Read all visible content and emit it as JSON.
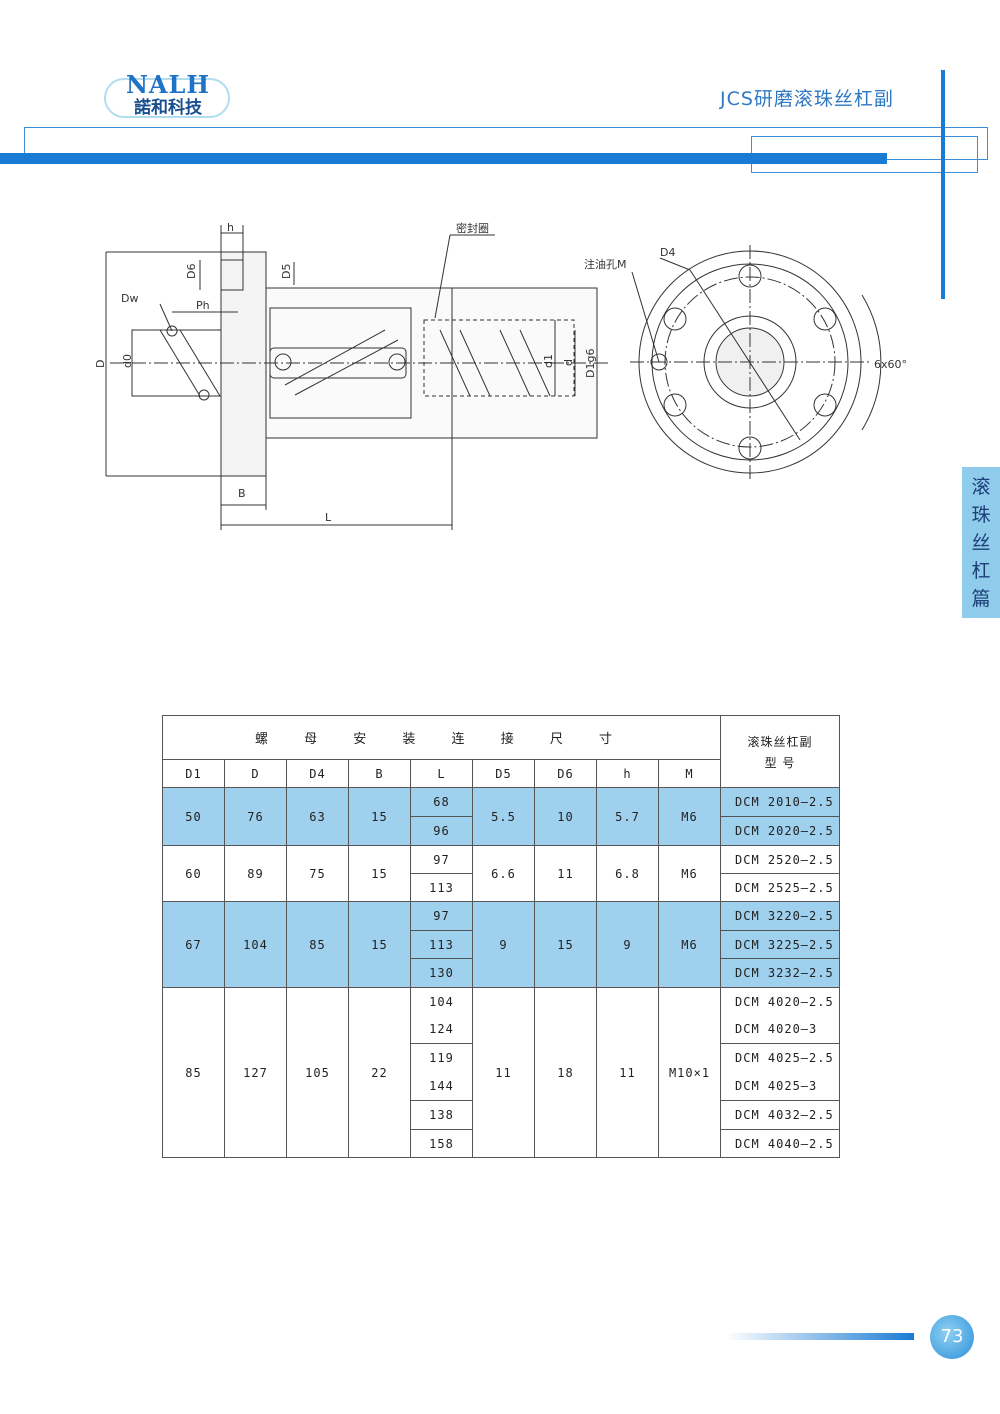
{
  "logo": {
    "brand": "NALH",
    "company": "諾和科技"
  },
  "header": {
    "title": "JCS研磨滚珠丝杠副"
  },
  "side_tab": {
    "chars": [
      "滚",
      "珠",
      "丝",
      "杠",
      "篇"
    ]
  },
  "drawing": {
    "labels": {
      "h": "h",
      "D6": "D6",
      "D5": "D5",
      "Dw": "Dw",
      "Ph": "Ph",
      "D": "D",
      "d0": "d0",
      "B": "B",
      "L": "L",
      "seal": "密封圈",
      "d1": "d1",
      "d": "d",
      "D1g6": "D1g6",
      "oil_hole": "注油孔M",
      "D4": "D4",
      "angle": "6x60°"
    }
  },
  "table": {
    "title": "螺 母 安 装 连 接 尺 寸",
    "model_header_line1": "滚珠丝杠副",
    "model_header_line2": "型  号",
    "columns": [
      "D1",
      "D",
      "D4",
      "B",
      "L",
      "D5",
      "D6",
      "h",
      "M"
    ],
    "groups": [
      {
        "highlight": true,
        "D1": "50",
        "D": "76",
        "D4": "63",
        "B": "15",
        "D5": "5.5",
        "D6": "10",
        "h": "5.7",
        "M": "M6",
        "L": [
          "68",
          "96"
        ],
        "models": [
          "DCM 2010—2.5",
          "DCM 2020—2.5"
        ]
      },
      {
        "highlight": false,
        "D1": "60",
        "D": "89",
        "D4": "75",
        "B": "15",
        "D5": "6.6",
        "D6": "11",
        "h": "6.8",
        "M": "M6",
        "L": [
          "97",
          "113"
        ],
        "models": [
          "DCM 2520—2.5",
          "DCM 2525—2.5"
        ]
      },
      {
        "highlight": true,
        "D1": "67",
        "D": "104",
        "D4": "85",
        "B": "15",
        "D5": "9",
        "D6": "15",
        "h": "9",
        "M": "M6",
        "L": [
          "97",
          "113",
          "130"
        ],
        "models": [
          "DCM 3220—2.5",
          "DCM 3225—2.5",
          "DCM 3232—2.5"
        ]
      },
      {
        "highlight": false,
        "D1": "85",
        "D": "127",
        "D4": "105",
        "B": "22",
        "D5": "11",
        "D6": "18",
        "h": "11",
        "M": "M10×1",
        "L": [
          "104",
          "124",
          "119",
          "144",
          "138",
          "158"
        ],
        "models": [
          "DCM 4020—2.5",
          "DCM 4020—3",
          "DCM 4025—2.5",
          "DCM 4025—3",
          "DCM 4032—2.5",
          "DCM 4040—2.5"
        ]
      }
    ]
  },
  "footer": {
    "page": "73"
  },
  "colors": {
    "accent": "#1a7bd4",
    "highlight": "#9fd0ee",
    "tab": "#8fcbeb"
  }
}
